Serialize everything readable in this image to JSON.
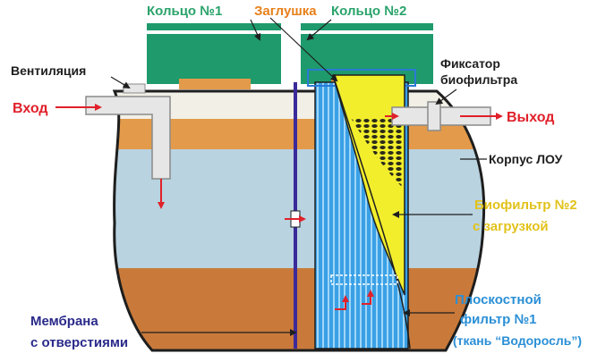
{
  "labels": {
    "ring1": "Кольцо №1",
    "plug": "Заглушка",
    "ring2": "Кольцо №2",
    "ventilation": "Вентиляция",
    "fixator_l1": "Фиксатор",
    "fixator_l2": "биофильтра",
    "inlet": "Вход",
    "outlet": "Выход",
    "body": "Корпус ЛОУ",
    "biofilter_l1": "Биофильтр №2",
    "biofilter_l2": "с загрузкой",
    "membrane_l1": "Мембрана",
    "membrane_l2": "с отверстиями",
    "flatfilter_l1": "Плоскостной",
    "flatfilter_l2": "фильтр №1",
    "flatfilter_l3": "(ткань “Водоросль”)"
  },
  "colors": {
    "label_green": "#2aa36b",
    "label_orange": "#e8801c",
    "label_red": "#e0202a",
    "label_dark": "#1e1e1e",
    "label_blue": "#2a8fd6",
    "label_yellow": "#e2c21a",
    "label_navy": "#2a2a8a",
    "ring_green": "#1f9a6c",
    "tank_water": "#b9d3e0",
    "sludge": "#c97a3a",
    "scum": "#e39a4a",
    "filter_blue": "#3aa0e6",
    "biofilter_yellow": "#f2ee2c",
    "membrane": "#3a2a9a",
    "pipe": "#e6e6e6"
  }
}
